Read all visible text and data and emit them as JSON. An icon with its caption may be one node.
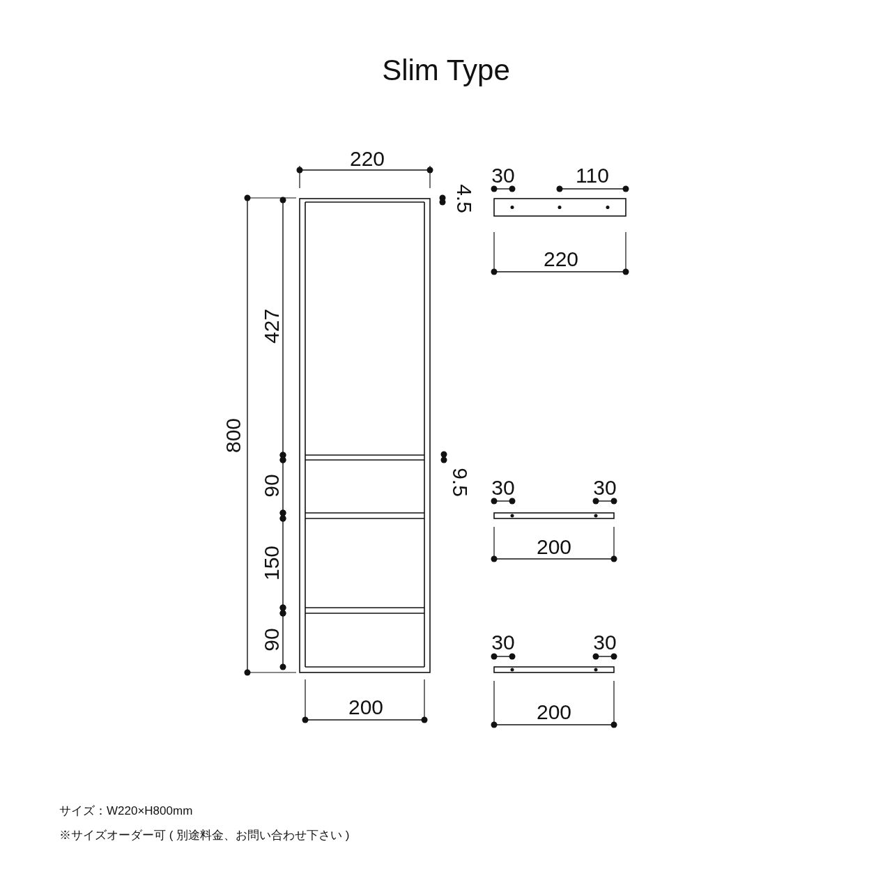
{
  "diagram": {
    "title": "Slim Type",
    "labels": [
      "220",
      "30",
      "110",
      "4.5",
      "220",
      "427",
      "800",
      "90",
      "9.5",
      "30",
      "30",
      "200",
      "150",
      "90",
      "30",
      "30",
      "200",
      "200",
      "サイズ：W220×H800mm",
      "※サイズオーダー可 ( 別途料金、お問い合わせ下さい )"
    ]
  }
}
